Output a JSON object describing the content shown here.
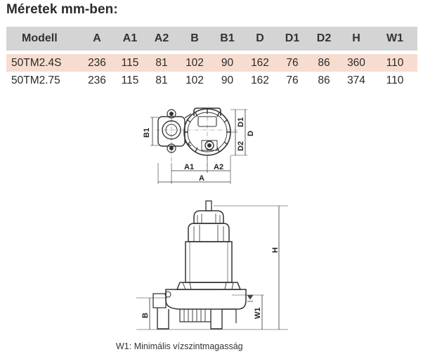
{
  "title": "Méretek mm-ben:",
  "table": {
    "headers": [
      "Modell",
      "A",
      "A1",
      "A2",
      "B",
      "B1",
      "D",
      "D1",
      "D2",
      "H",
      "W1"
    ],
    "rows": [
      [
        "50TM2.4S",
        "236",
        "115",
        "81",
        "102",
        "90",
        "162",
        "76",
        "86",
        "360",
        "110"
      ],
      [
        "50TM2.75",
        "236",
        "115",
        "81",
        "102",
        "90",
        "162",
        "76",
        "86",
        "374",
        "110"
      ]
    ],
    "highlight_color": "#f7dcd0",
    "header_color": "#d4d4d4"
  },
  "drawing": {
    "top_view_labels": {
      "b1": "B1",
      "d1": "D1",
      "d": "D",
      "d2": "D2",
      "a1": "A1",
      "a2": "A2",
      "a": "A"
    },
    "side_view_labels": {
      "h": "H",
      "b": "B",
      "w1": "W1"
    }
  },
  "footnote": "W1: Minimális vízszintmagasság"
}
